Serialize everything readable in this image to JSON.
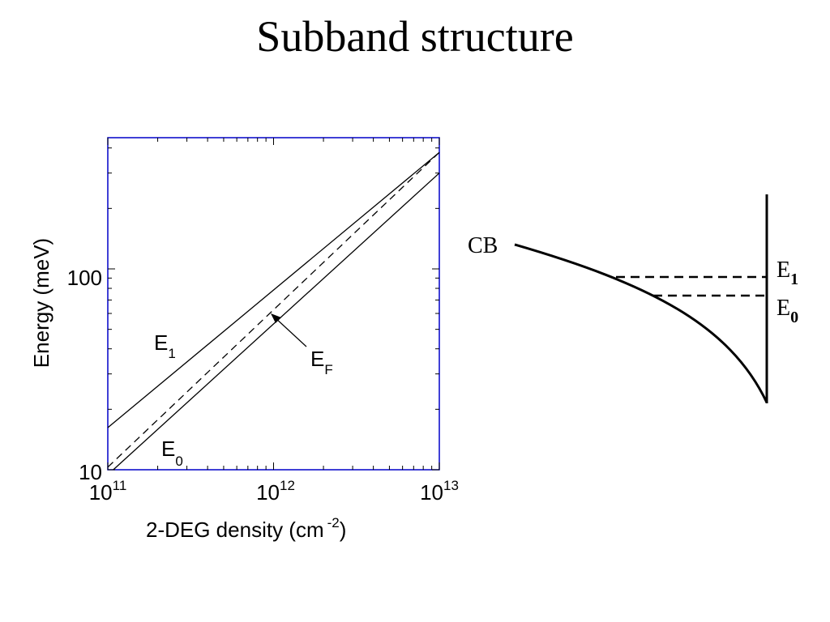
{
  "slide": {
    "title": "Subband structure"
  },
  "chart_data": {
    "type": "line",
    "xscale": "log",
    "yscale": "log",
    "xlim": [
      100000000000.0,
      10000000000000.0
    ],
    "ylim": [
      10,
      450
    ],
    "xlabel": "2-DEG density (cm",
    "xlabel_exp": "-2",
    "xlabel_end": ")",
    "ylabel": "Energy (meV)",
    "xticks": [
      {
        "value": 100000000000.0,
        "base": "10",
        "exp": "11"
      },
      {
        "value": 1000000000000.0,
        "base": "10",
        "exp": "12"
      },
      {
        "value": 10000000000000.0,
        "base": "10",
        "exp": "13"
      }
    ],
    "yticks": [
      {
        "value": 10,
        "label": "10"
      },
      {
        "value": 100,
        "label": "100"
      }
    ],
    "frame_color": "#0000c8",
    "series": [
      {
        "name": "E1",
        "style": "solid",
        "x": [
          100000000000.0,
          10000000000000.0
        ],
        "y": [
          16.2,
          380
        ]
      },
      {
        "name": "EF",
        "style": "dashed",
        "x": [
          100000000000.0,
          10000000000000.0
        ],
        "y": [
          10.3,
          380
        ]
      },
      {
        "name": "E0",
        "style": "solid",
        "x": [
          108000000000.0,
          10000000000000.0
        ],
        "y": [
          10,
          300
        ]
      }
    ],
    "annotations": [
      {
        "base": "E",
        "sub": "1"
      },
      {
        "base": "E",
        "sub": "F"
      },
      {
        "base": "E",
        "sub": "0"
      }
    ]
  },
  "band_diagram": {
    "cb_label": "CB",
    "levels": [
      {
        "base": "E",
        "sub": "1"
      },
      {
        "base": "E",
        "sub": "0"
      }
    ]
  }
}
